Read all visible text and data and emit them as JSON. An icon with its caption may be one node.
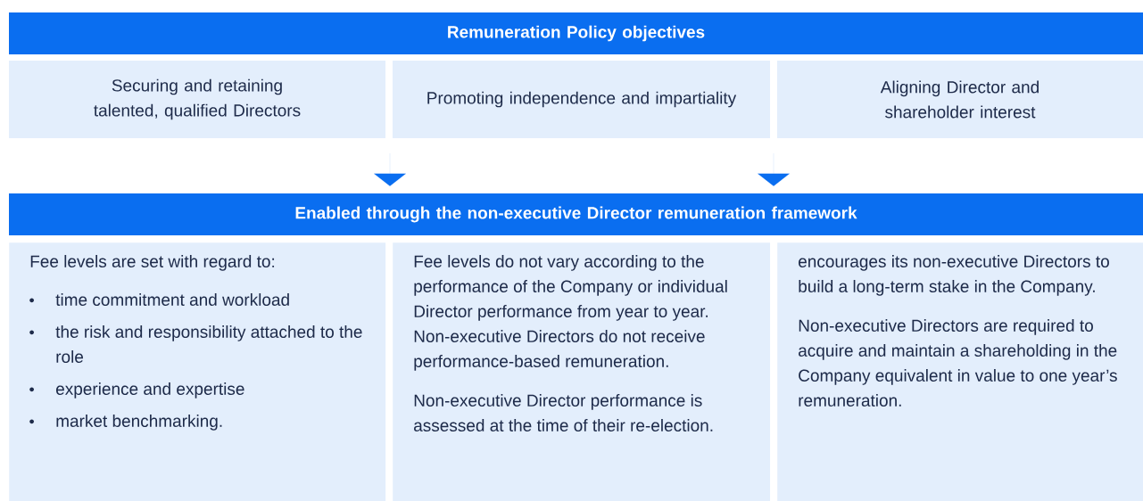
{
  "diagram": {
    "nodes": [
      {
        "text": [
          "Remuneration Policy objectives"
        ]
      },
      {
        "text": [
          "Securing and retaining talented, qualified Directors"
        ]
      },
      {
        "text": [
          "Promoting independence and impartiality"
        ]
      },
      {
        "text": [
          "Aligning Director and shareholder interest"
        ]
      },
      {
        "text": [
          "Enabled through the non-executive Director remuneration framework"
        ]
      },
      {
        "text": [
          "Fee levels are set with regard to:",
          "time commitment and workload",
          "the risk and responsibility attached to the role",
          "experience and expertise",
          "market benchmarking."
        ]
      },
      {
        "text": [
          "Fee levels do not vary according to the performance of the Company or individual Director performance from year to year. Non-executive Directors do not receive performance-based remuneration.",
          "Non-executive Director performance is assessed at the time of their re-election."
        ]
      },
      {
        "text": [
          "encourages its non-executive Directors to build a long-term stake in the Company.",
          "Non-executive Directors are required to acquire and maintain a shareholding in the Company equivalent in value to one year’s remuneration."
        ]
      }
    ],
    "edges": [
      {
        "from": null,
        "to": 4,
        "arrow": "to"
      },
      {
        "from": null,
        "to": 4,
        "arrow": "to"
      }
    ]
  }
}
